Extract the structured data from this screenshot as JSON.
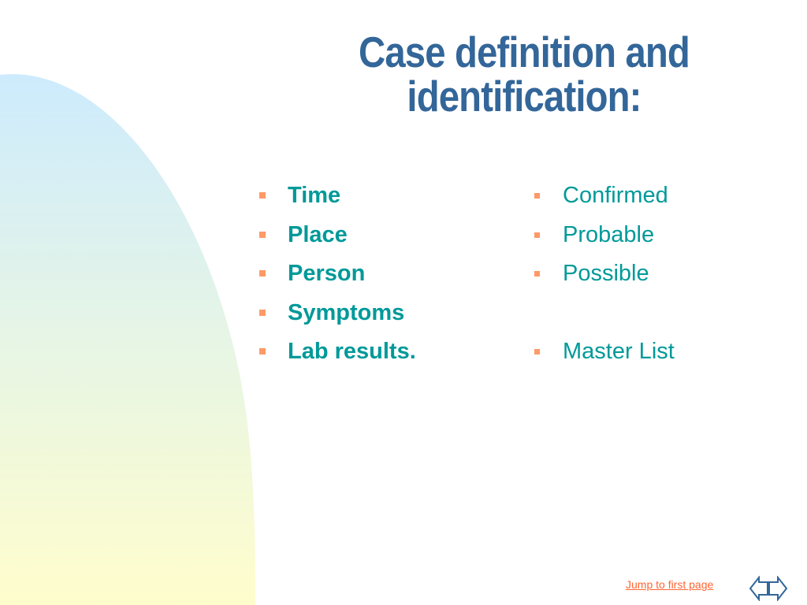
{
  "slide": {
    "title": "Case definition and identification:",
    "left_items": [
      "Time",
      "Place",
      "Person",
      "Symptoms",
      "Lab results."
    ],
    "right_items": [
      "Confirmed",
      "Probable",
      "Possible",
      "Master List"
    ],
    "footer": {
      "jump_link": "Jump to first page"
    }
  },
  "colors": {
    "title": "#336699",
    "body_text": "#009999",
    "bullet": "#ff9966",
    "link": "#ff6633",
    "background_gradient_top": "#cceeff",
    "background_gradient_bottom": "#ffffcc"
  },
  "icons": {
    "prev": "left-arrow-outline-icon",
    "next": "right-arrow-outline-icon"
  }
}
